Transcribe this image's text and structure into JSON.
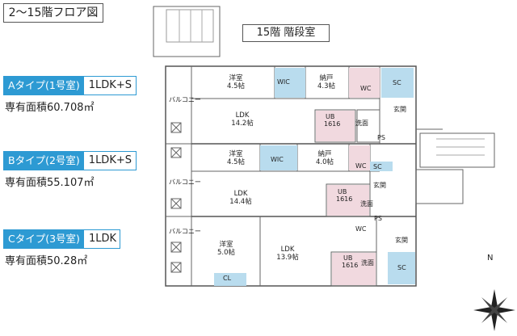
{
  "plan_title": "2〜15階フロア図",
  "stair_label": "15階 階段室",
  "types": [
    {
      "name": "Aタイプ(1号室)",
      "layout": "1LDK+S",
      "area_label": "専有面積60.708㎡"
    },
    {
      "name": "Bタイプ(2号室)",
      "layout": "1LDK+S",
      "area_label": "専有面積55.107㎡"
    },
    {
      "name": "Cタイプ(3号室)",
      "layout": "1LDK",
      "area_label": "専有面積50.28㎡"
    }
  ],
  "rooms": {
    "a_western": [
      "洋室",
      "4.5帖"
    ],
    "a_storage": [
      "納戸",
      "4.3帖"
    ],
    "a_ldk": [
      "LDK",
      "14.2帖"
    ],
    "b_western": [
      "洋室",
      "4.5帖"
    ],
    "b_storage": [
      "納戸",
      "4.0帖"
    ],
    "b_ldk": [
      "LDK",
      "14.4帖"
    ],
    "c_western": [
      "洋室",
      "5.0帖"
    ],
    "c_ldk": [
      "LDK",
      "13.9帖"
    ]
  },
  "labels": {
    "wic": "WIC",
    "wc": "WC",
    "sc": "SC",
    "ps": "PS",
    "cl": "CL",
    "ub": "UB",
    "ub_size": "1616",
    "washroom": "洗面",
    "entrance": "玄関",
    "balcony": "バルコニー"
  },
  "compass": "N",
  "colors": {
    "accent": "#2d9ad3",
    "tile": "#b9dcee",
    "wet": "#f1d9df"
  }
}
